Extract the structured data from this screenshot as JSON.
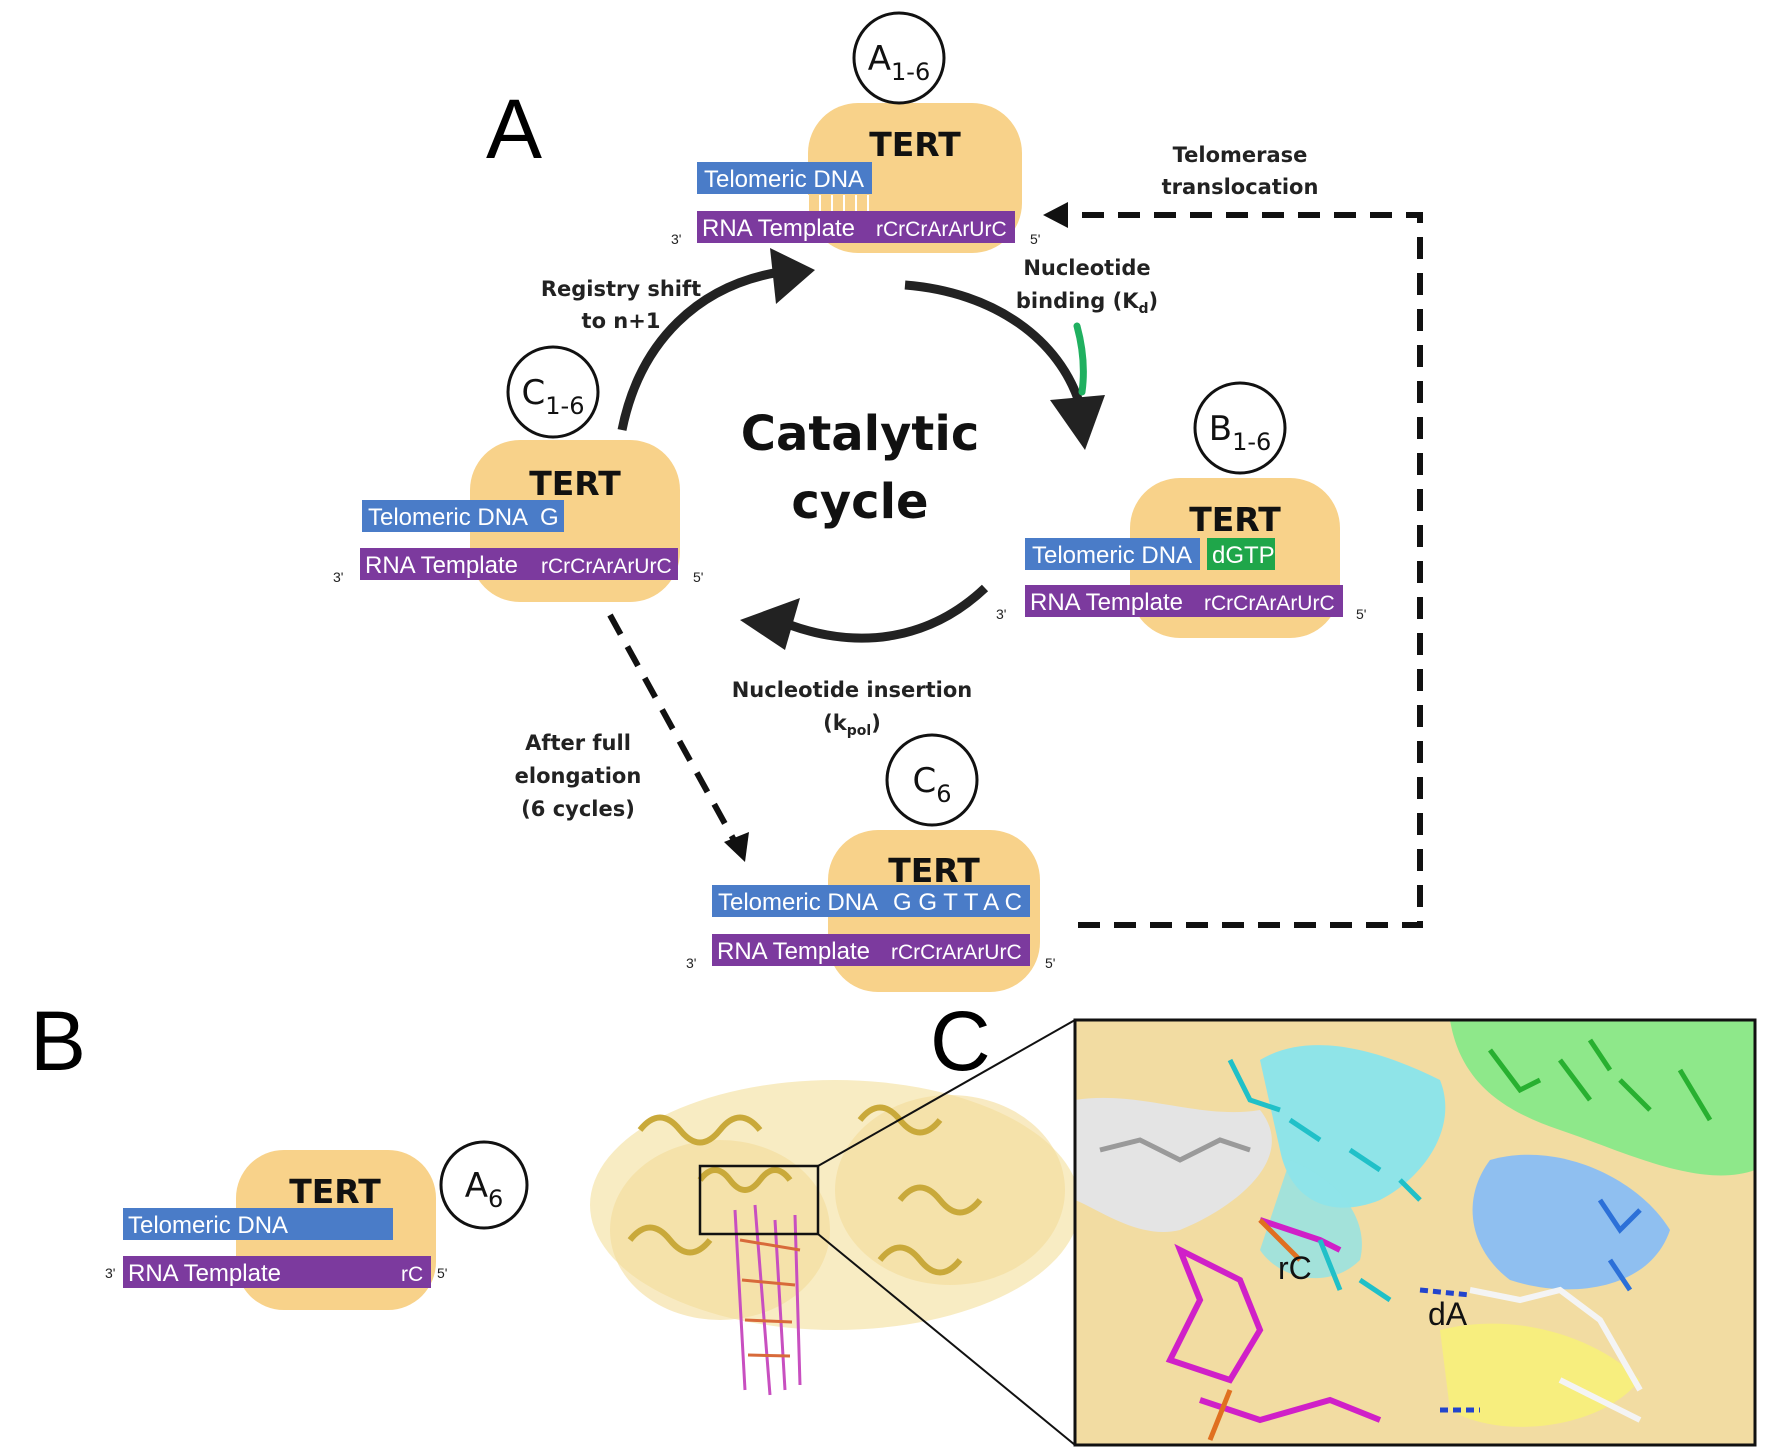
{
  "panels": {
    "a": "A",
    "b": "B",
    "c": "C"
  },
  "center": {
    "line1": "Catalytic",
    "line2": "cycle"
  },
  "tert_label": "TERT",
  "dna_label": "Telomeric DNA",
  "rna_label": "RNA Template",
  "rna_seq": "rCrCrArArUrC",
  "rna_seq_short": "rC",
  "three_prime": "3'",
  "five_prime": "5'",
  "states": {
    "a16": {
      "letter": "A",
      "sub": "1-6"
    },
    "b16": {
      "letter": "B",
      "sub": "1-6",
      "nucleotide": "dGTP"
    },
    "c16": {
      "letter": "C",
      "sub": "1-6",
      "added": "G"
    },
    "c6": {
      "letter": "C",
      "sub": "6",
      "added": "G G T  T A C"
    },
    "a6": {
      "letter": "A",
      "sub": "6"
    }
  },
  "annotations": {
    "translocation": [
      "Telomerase",
      "translocation"
    ],
    "nucleotide_binding": {
      "line1": "Nucleotide",
      "line2": "binding (K",
      "sub": "d",
      "close": ")"
    },
    "registry_shift": [
      "Registry shift",
      "to n+1"
    ],
    "nucleotide_insertion": {
      "line1": "Nucleotide insertion",
      "line2": "(k",
      "sub": "pol",
      "close": ")"
    },
    "full_elongation": [
      "After full",
      "elongation",
      "(6 cycles)"
    ]
  },
  "molecule_labels": {
    "rc": "rC",
    "da": "dA"
  },
  "colors": {
    "tert": "#f8d28a",
    "dna": "#4a7cc8",
    "rna": "#7c3a9e",
    "dgtp": "#1fa64a",
    "arrow": "#222222",
    "nucleotide_stroke": "#20b060"
  }
}
